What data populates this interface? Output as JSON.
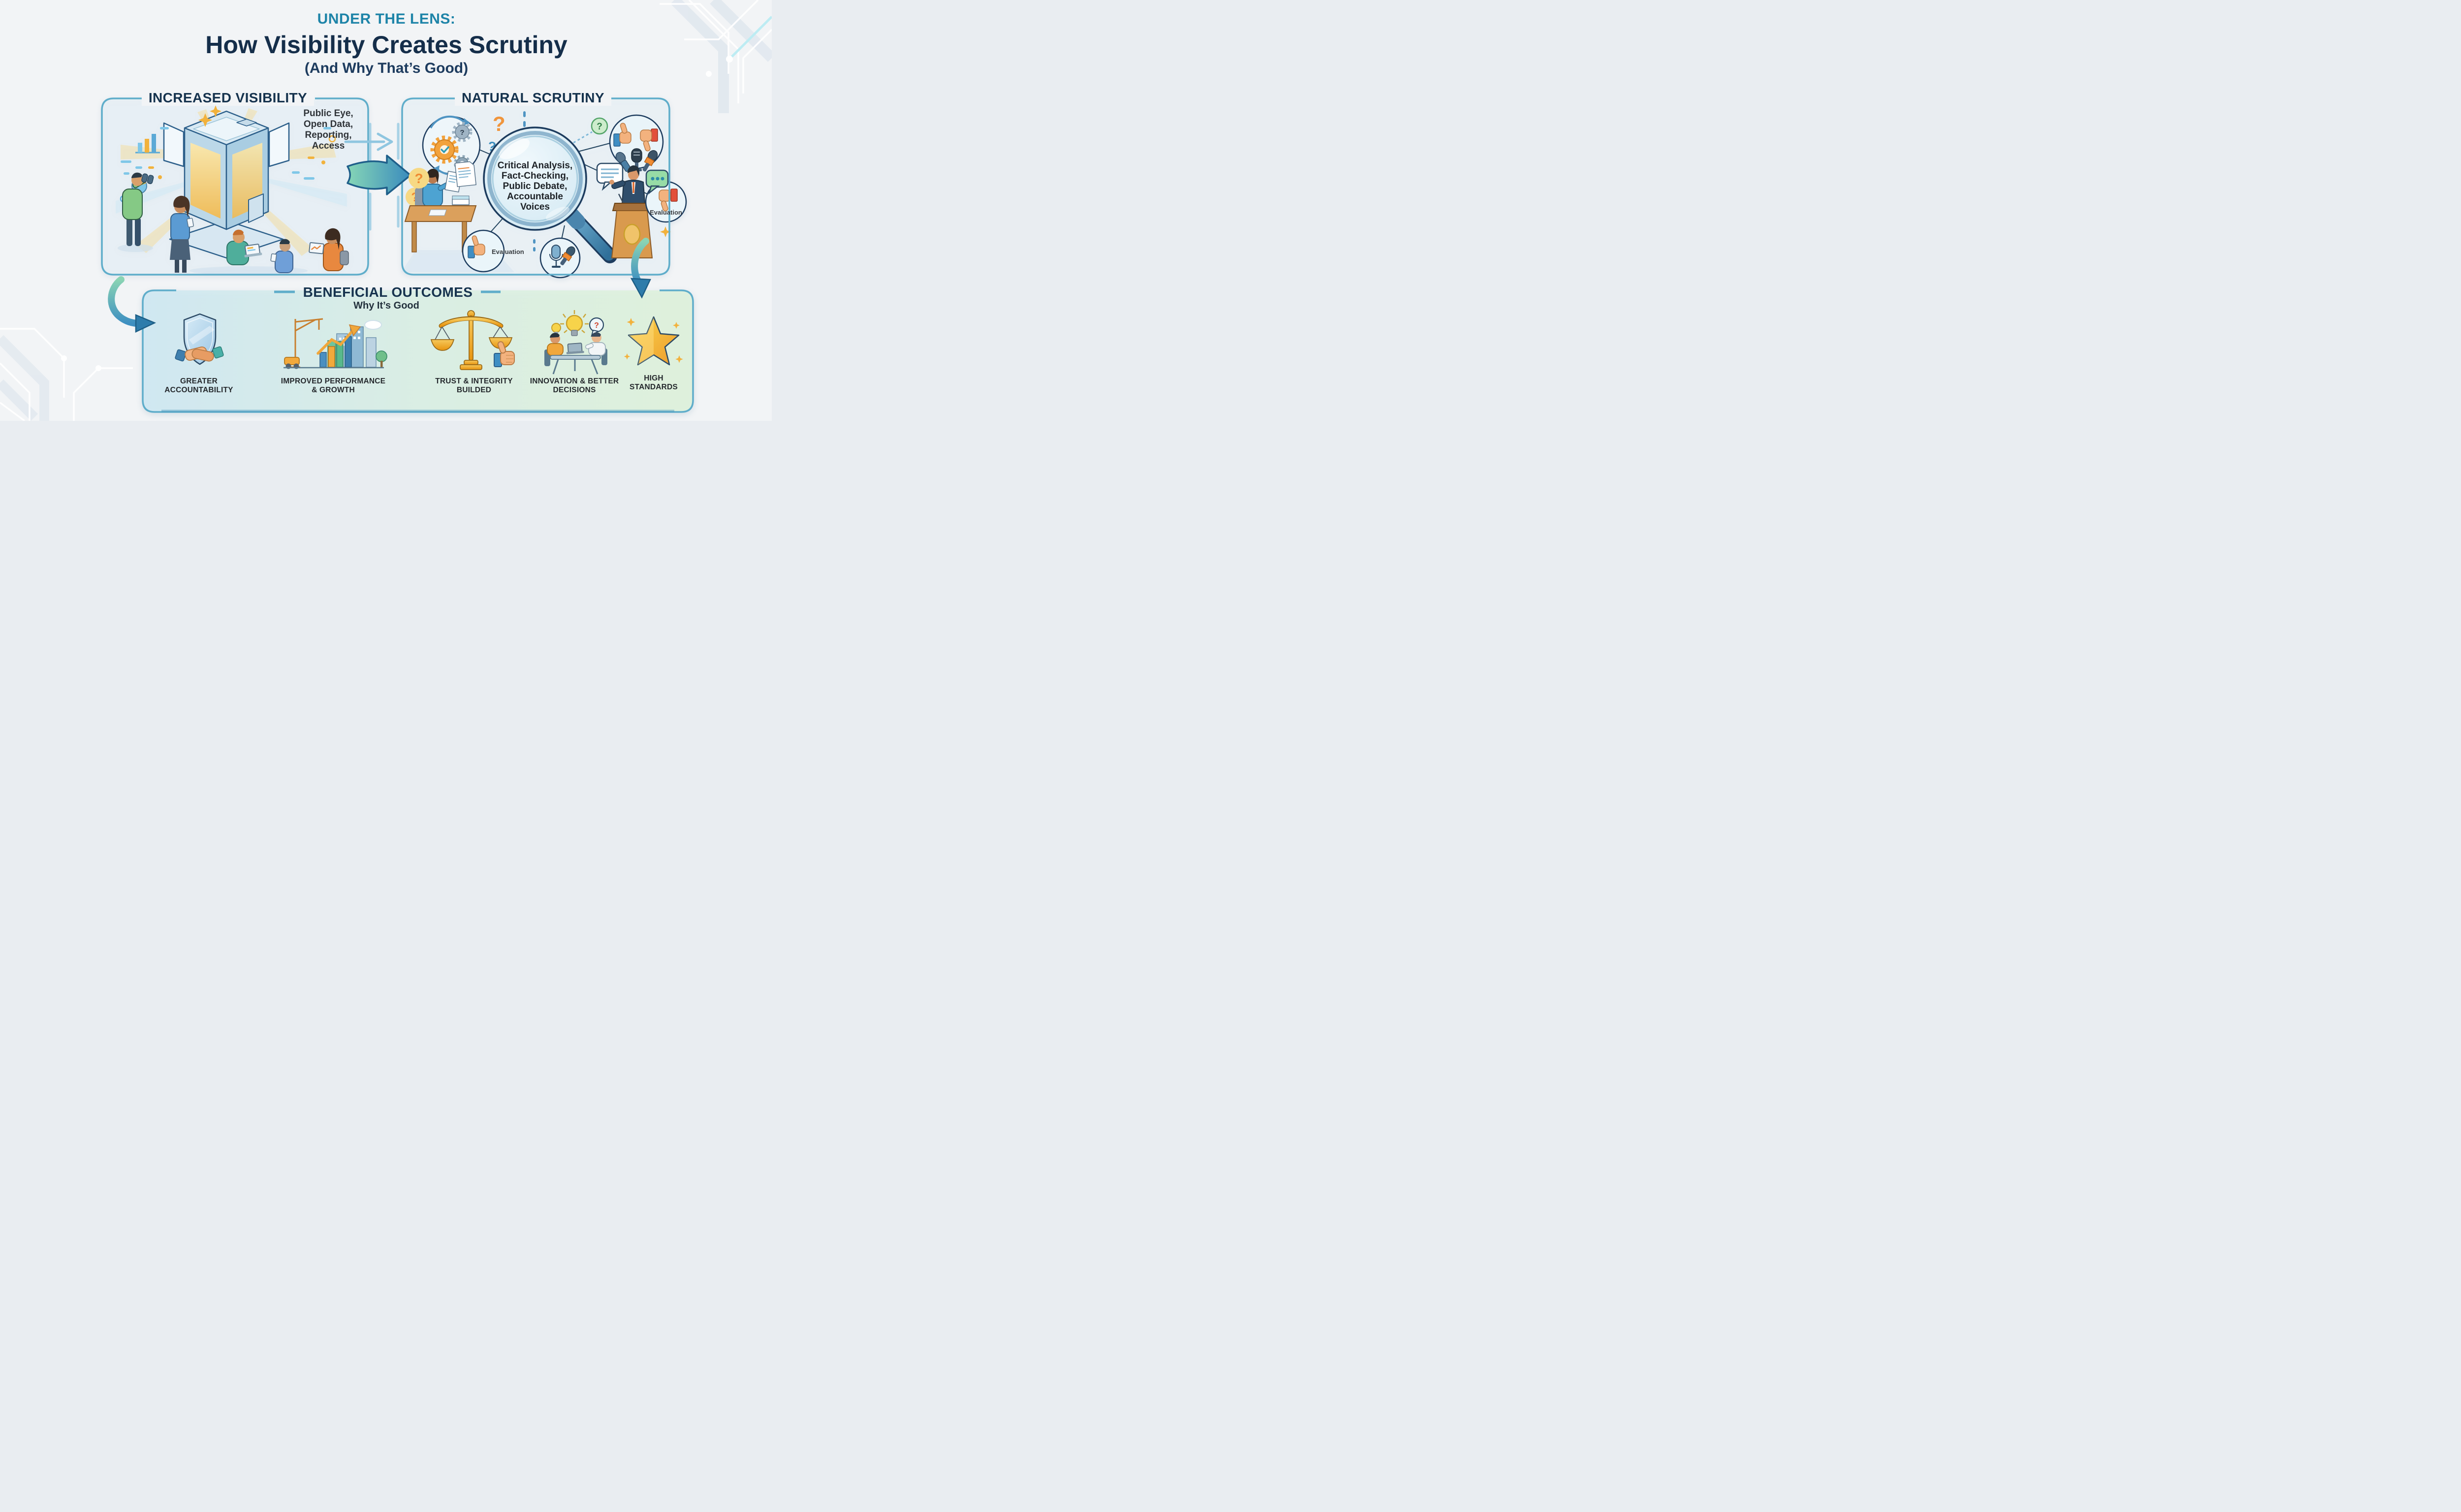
{
  "title": {
    "kicker": "UNDER THE LENS:",
    "main": "How Visibility Creates Scrutiny",
    "sub": "(And Why That’s Good)"
  },
  "visibility": {
    "title": "INCREASED VISIBILITY",
    "note_lines": [
      "Public Eye,",
      "Open Data,",
      "Reporting,",
      "Access"
    ],
    "icons": [
      "binoculars-person",
      "glass-building",
      "phone-person",
      "laptop-person",
      "bar-chart",
      "pie-chart"
    ]
  },
  "scrutiny": {
    "title": "NATURAL SCRUTINY",
    "lens_lines": [
      "Critical Analysis,",
      "Fact-Checking,",
      "Public Debate,",
      "Accountable Voices"
    ],
    "evaluation_left": "Evaluation",
    "evaluation_right": "Evaluation",
    "icons": [
      "gears",
      "thumbs-up-down",
      "microphones",
      "magnifier",
      "analyst-desk",
      "speaker-podium",
      "speech-bubbles",
      "question-marks"
    ]
  },
  "outcomes": {
    "title": "BENEFICIAL OUTCOMES",
    "subtitle": "Why It’s Good",
    "items": [
      {
        "label": "GREATER ACCOUNTABILITY",
        "icon": "shield-handshake-icon"
      },
      {
        "label": "IMPROVED PERFORMANCE & GROWTH",
        "icon": "growth-chart-icon"
      },
      {
        "label": "TRUST & INTEGRITY BUILDED",
        "icon": "scales-thumbs-up-icon"
      },
      {
        "label": "INNOVATION & BETTER DECISIONS",
        "icon": "team-ideas-icon"
      },
      {
        "label": "HIGH STANDARDS",
        "icon": "star-icon"
      }
    ]
  },
  "colors": {
    "accent_teal": "#1e84a8",
    "navy": "#16334e",
    "box_border": "#5fadca",
    "arrow_green": "#86d6b6",
    "arrow_blue": "#3e8fc1",
    "gold": "#f2b23c",
    "outcome_bg_left": "#cfe8f2",
    "outcome_bg_right": "#dff2da"
  }
}
